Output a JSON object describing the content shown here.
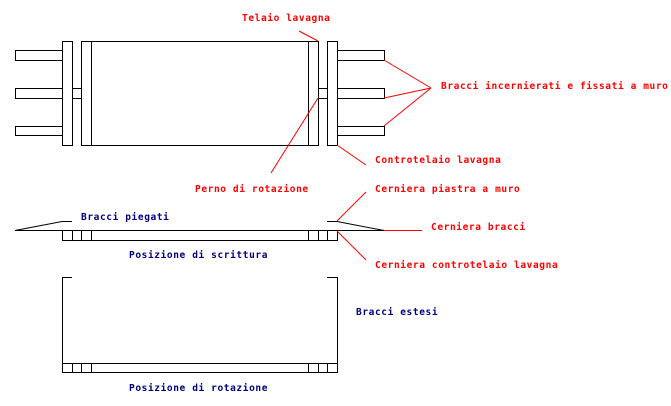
{
  "colors": {
    "label_red": "#ff0000",
    "label_blue": "#000080",
    "line": "#000000"
  },
  "labels": {
    "telaio": "Telaio lavagna",
    "bracci_incernierati": "Bracci incernierati e fissati a muro",
    "controtelaio": "Controtelaio lavagna",
    "perno": "Perno di rotazione",
    "cerniera_piastra": "Cerniera piastra a muro",
    "cerniera_bracci": "Cerniera bracci",
    "cerniera_controtelaio": "Cerniera controtelaio lavagna",
    "bracci_piegati": "Bracci piegati",
    "posizione_scrittura": "Posizione di scrittura",
    "bracci_estesi": "Bracci estesi",
    "posizione_rotazione": "Posizione di rotazione"
  }
}
